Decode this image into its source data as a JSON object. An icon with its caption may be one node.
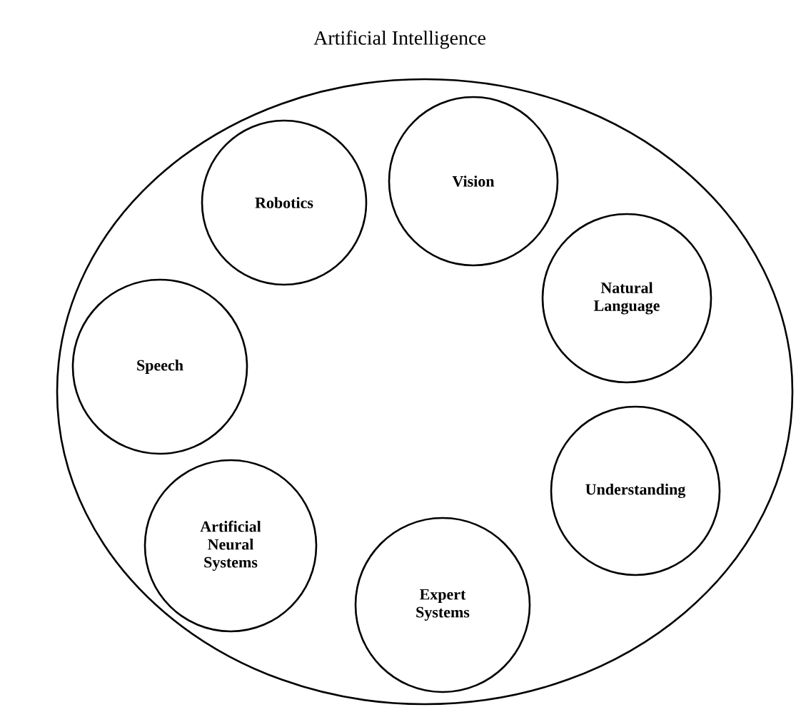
{
  "diagram": {
    "nodes": [
      {
        "text": [
          "Artificial Intelligence"
        ]
      },
      {
        "text": [
          "Robotics"
        ],
        "in": 0
      },
      {
        "text": [
          "Vision"
        ],
        "in": 0
      },
      {
        "text": [
          "Natural Language"
        ],
        "in": 0
      },
      {
        "text": [
          "Speech"
        ],
        "in": 0
      },
      {
        "text": [
          "Understanding"
        ],
        "in": 0
      },
      {
        "text": [
          "Artificial Neural Systems"
        ],
        "in": 0
      },
      {
        "text": [
          "Expert Systems"
        ],
        "in": 0
      }
    ]
  }
}
